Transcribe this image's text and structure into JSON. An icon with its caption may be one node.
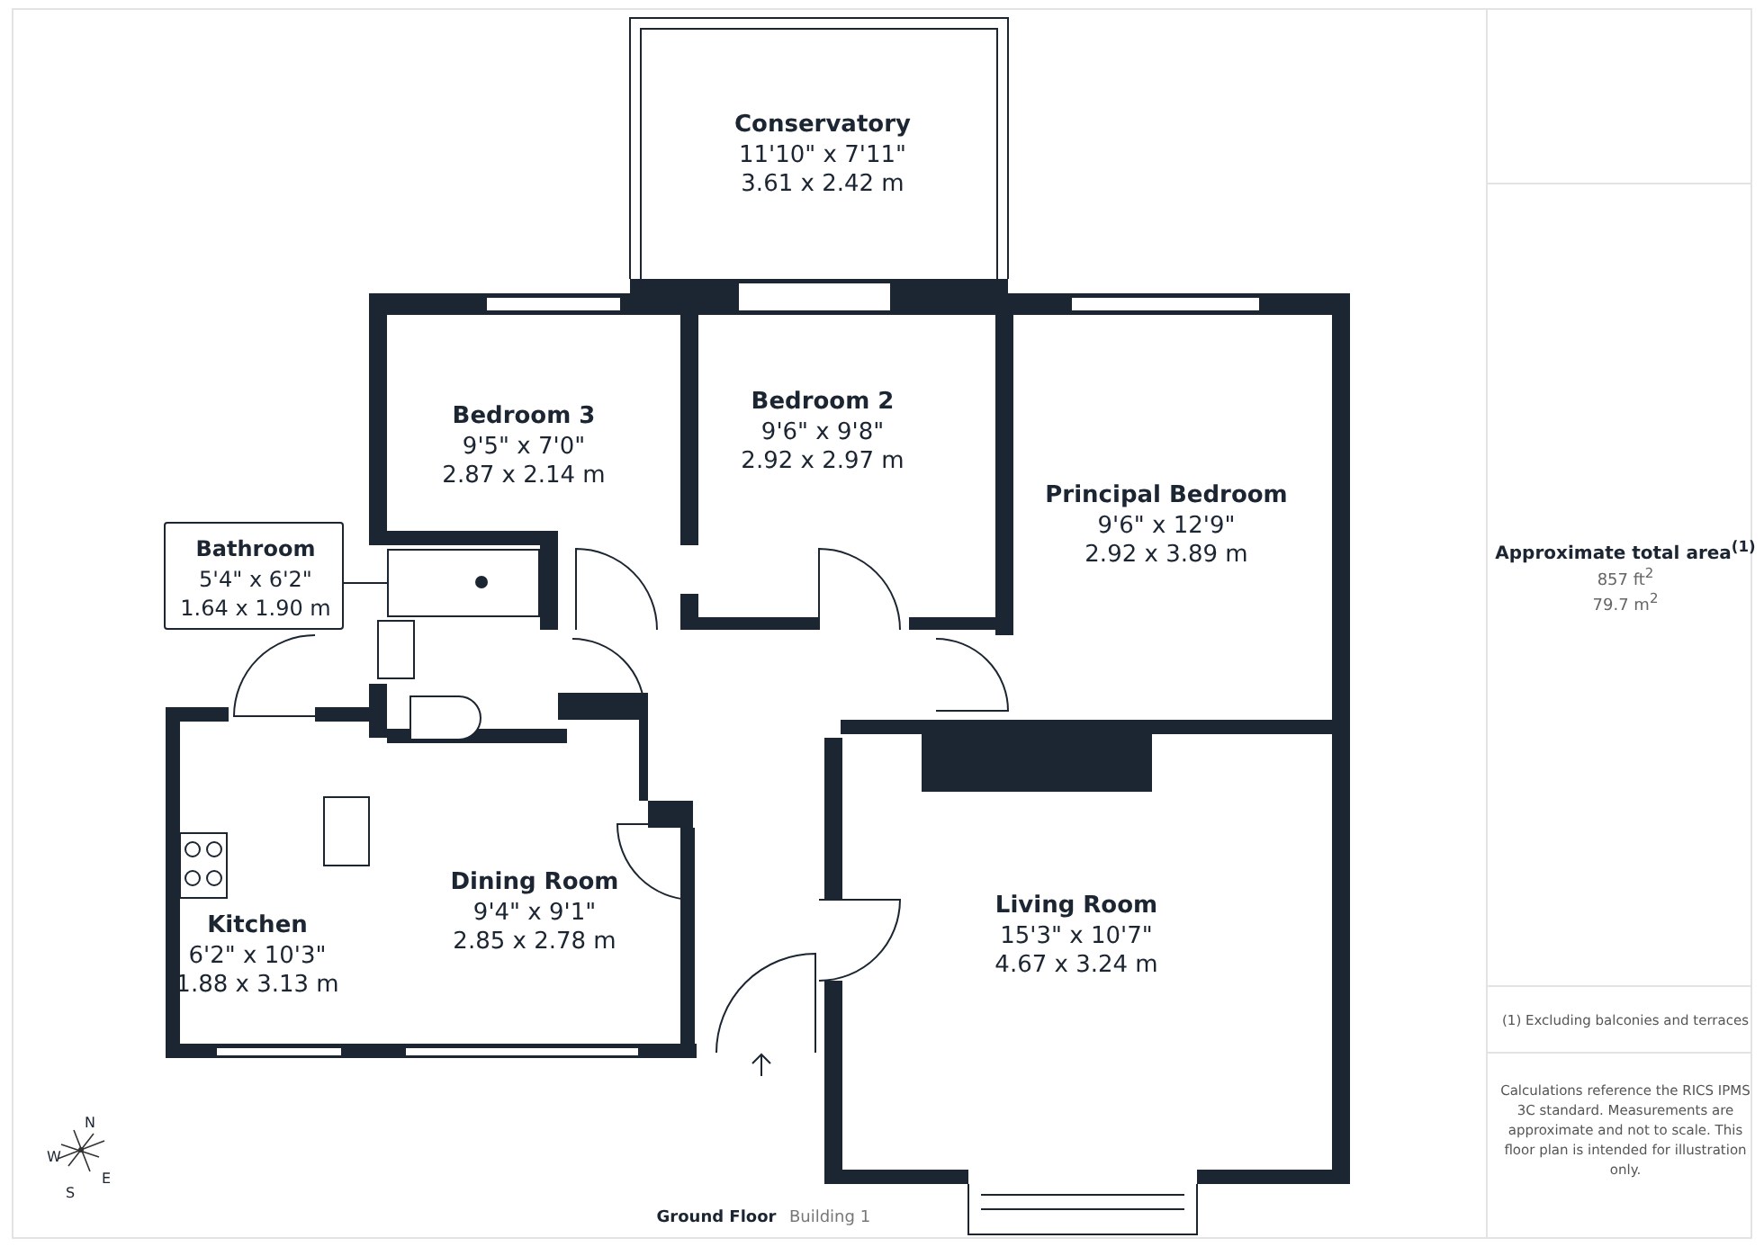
{
  "diagram": {
    "nodes": [
      {
        "text": [
          "Conservatory",
          "11'10\" x 7'11\"",
          "3.61 x 2.42 m"
        ]
      },
      {
        "text": [
          "Bedroom 3",
          "9'5\" x 7'0\"",
          "2.87 x 2.14 m"
        ]
      },
      {
        "text": [
          "Bedroom 2",
          "9'6\" x 9'8\"",
          "2.92 x 2.97 m"
        ]
      },
      {
        "text": [
          "Principal Bedroom",
          "9'6\" x 12'9\"",
          "2.92 x 3.89 m"
        ]
      },
      {
        "text": [
          "Bathroom",
          "5'4\" x 6'2\"",
          "1.64 x 1.90 m"
        ]
      },
      {
        "text": [],
        "shape": "box"
      },
      {
        "text": [
          "Kitchen",
          "6'2\" x 10'3\"",
          "1.88 x 3.13 m"
        ]
      },
      {
        "text": [
          "Dining Room",
          "9'4\" x 9'1\"",
          "2.85 x 2.78 m"
        ]
      },
      {
        "text": [
          "Living Room",
          "15'3\" x 10'7\"",
          "4.67 x 3.24 m"
        ]
      }
    ],
    "edges": [
      {
        "from": 4,
        "to": 5,
        "arrow": "none"
      }
    ],
    "labels": [
      "Approximate total area$^{(1)}$",
      "857 ft$^{2}$",
      "79.7 m$^{2}$",
      "(1) Excluding balconies and terraces",
      "Calculations reference the RICS IPMS 3C standard. Measurements are approximate and not to scale. This floor plan is intended for illustration only.",
      "Ground Floor",
      "Building 1",
      "N",
      "W",
      "E",
      "S"
    ]
  }
}
